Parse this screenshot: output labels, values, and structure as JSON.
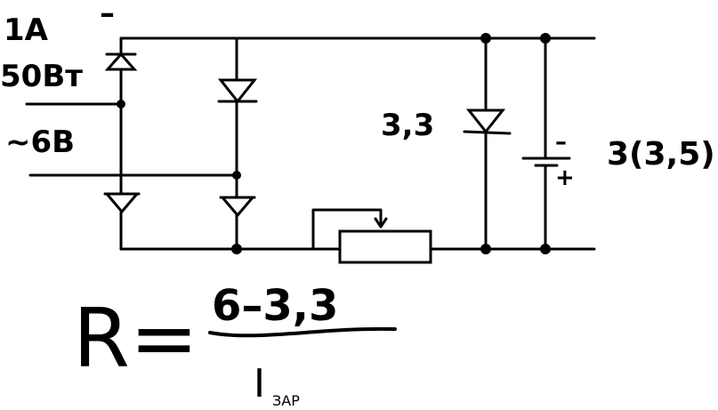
{
  "labels": {
    "current": "1A",
    "polarity_top": "–",
    "power": "50Вт",
    "ac_voltage": "~6В",
    "zener_voltage": "3,3",
    "battery_minus": "–",
    "battery_plus": "+",
    "battery_voltage": "3(3,5)"
  },
  "formula": {
    "lhs": "R=",
    "numerator": "6–3,3",
    "denominator_main": "I",
    "denominator_sub": "ЗАР"
  },
  "colors": {
    "ink": "#000000",
    "background": "#ffffff"
  }
}
